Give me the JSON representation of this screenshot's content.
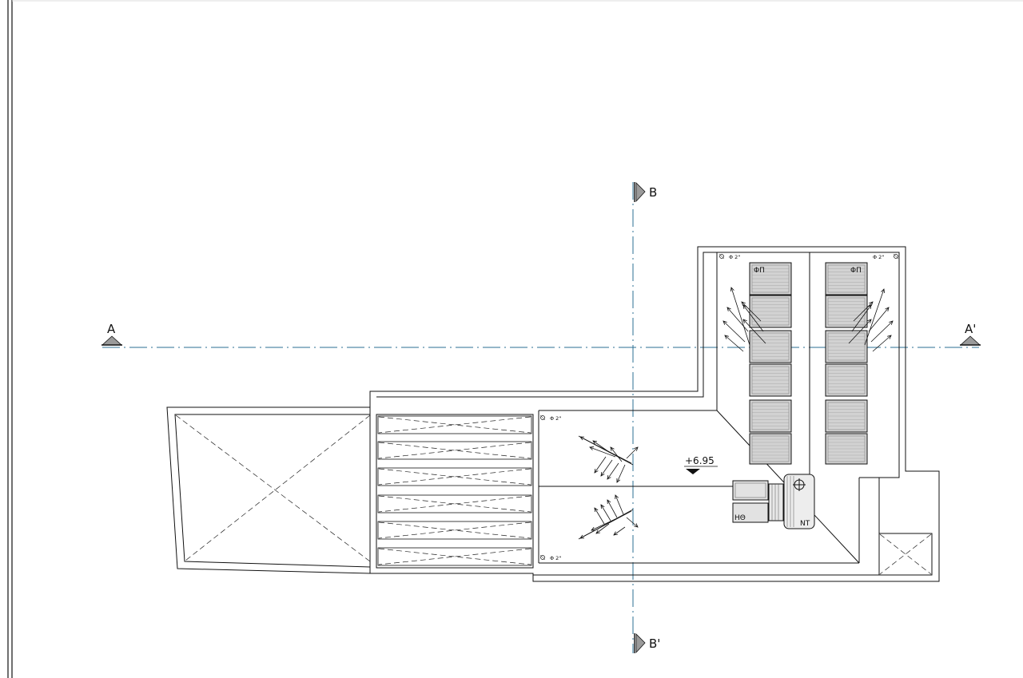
{
  "section_marks": {
    "a_left": "A",
    "a_right": "A'",
    "b_top": "B",
    "b_bottom": "B'"
  },
  "level": "+6.95",
  "drain_labels": {
    "d1": "Φ 2\"",
    "d2": "Φ 2\"",
    "d3": "Φ 2\"",
    "d4": "Φ 2\""
  },
  "equipment": {
    "solar_left": "ΦΠ",
    "solar_right": "ΦΠ",
    "water_heater": "ΗΘ",
    "tank": "ΝΤ"
  },
  "colors": {
    "lines": "#111111",
    "section_axis": "#2b6f93",
    "section_marker": "#9a9a9a",
    "panel_fill": "#d2d2d2"
  }
}
